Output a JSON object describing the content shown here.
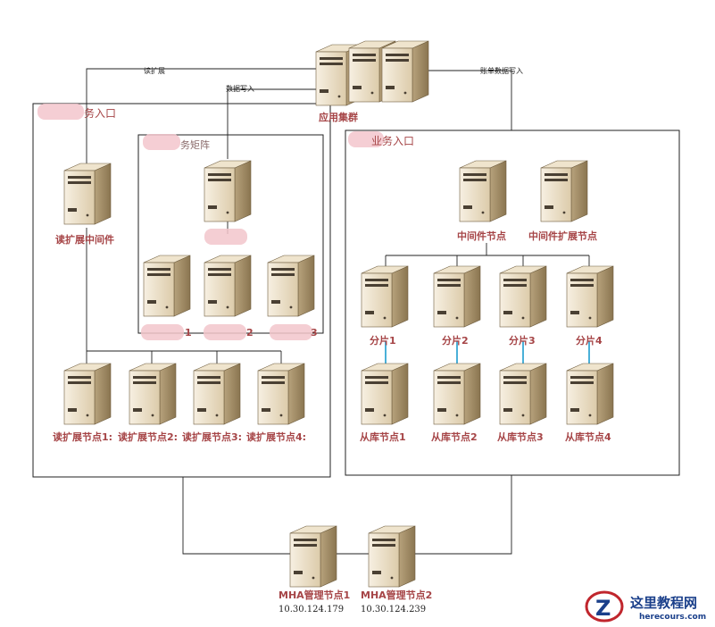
{
  "sections": {
    "left_title": "务入口",
    "matrix_title": "务矩阵",
    "right_title": "业务入口",
    "app_cluster": "应用集群"
  },
  "edges": {
    "read_expand": "读扩展",
    "data_write": "数据写入",
    "ledger_write": "账单数据写入"
  },
  "left": {
    "middleware": "读扩展中间件",
    "nodes": [
      "读扩展节点1:",
      "读扩展节点2:",
      "读扩展节点3:",
      "读扩展节点4:"
    ]
  },
  "matrix": {
    "sub_labels": [
      "1",
      "2",
      "3"
    ]
  },
  "right": {
    "middleware": "中间件节点",
    "middleware_ext": "中间件扩展节点",
    "shards": [
      "分片1",
      "分片2",
      "分片3",
      "分片4"
    ],
    "slaves": [
      "从库节点1",
      "从库节点2",
      "从库节点3",
      "从库节点4"
    ]
  },
  "mha": {
    "nodes": [
      {
        "name": "MHA管理节点1",
        "ip": "10.30.124.179"
      },
      {
        "name": "MHA管理节点2",
        "ip": "10.30.124.239"
      }
    ]
  },
  "logo": {
    "cn": "这里教程网",
    "en": "herecours.com"
  },
  "colors": {
    "label": "#a64547",
    "link_blue": "#4ab0d8",
    "server_body": "#e9dcc4",
    "server_dark": "#9b8a6a"
  }
}
